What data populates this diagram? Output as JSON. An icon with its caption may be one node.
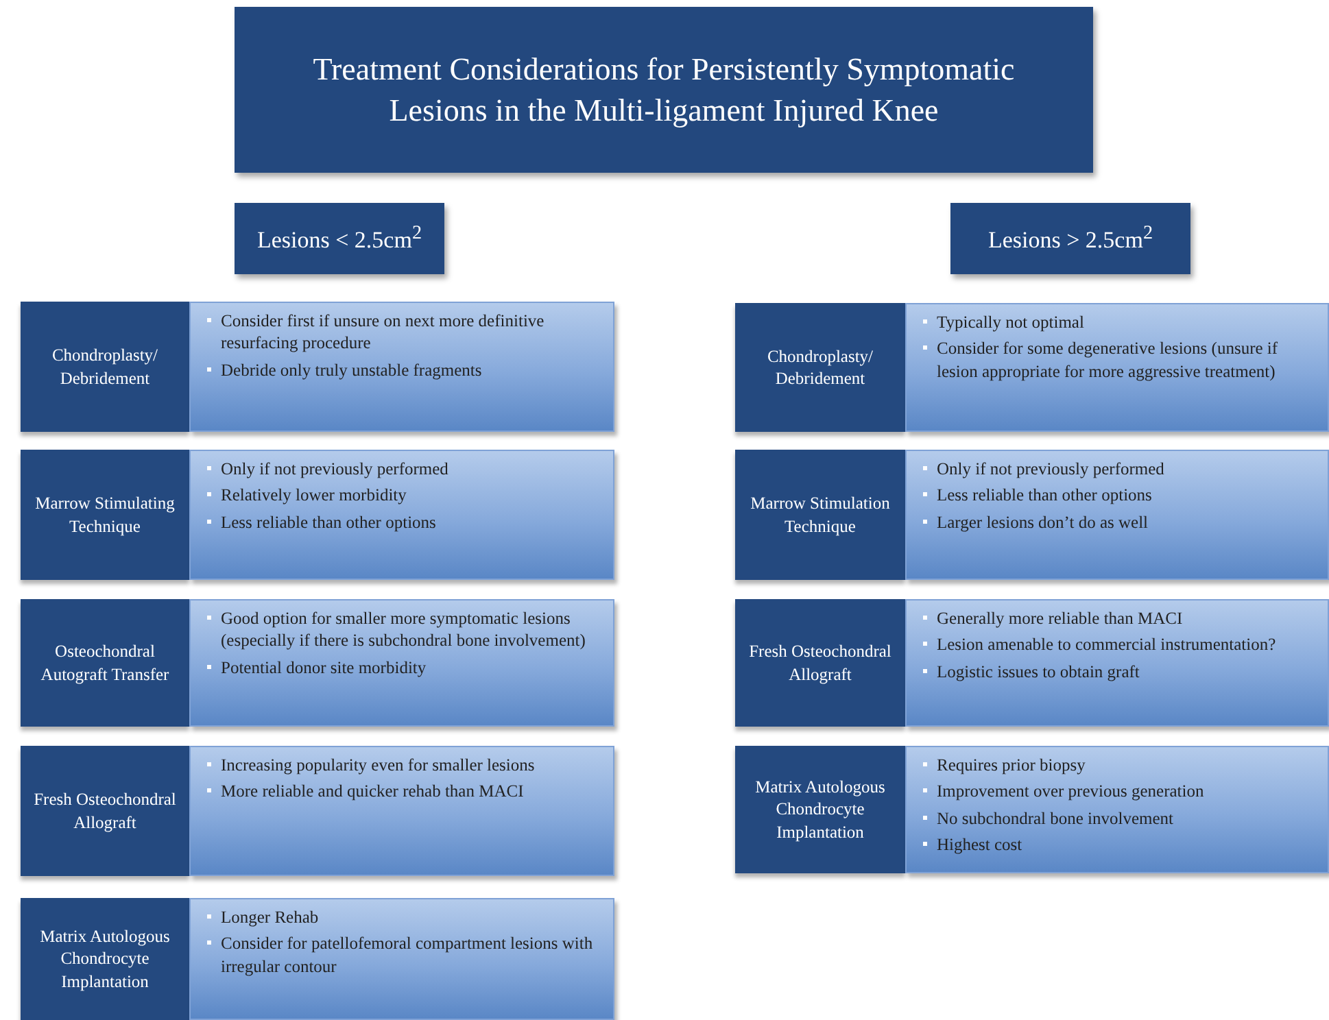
{
  "diagram": {
    "nodes": [
      {
        "text": [
          "Treatment Considerations for Persistently Symptomatic Lesions in the Multi-ligament Injured Knee"
        ]
      },
      {
        "text": [
          "Lesions < 2.5cm$^{2}$"
        ]
      },
      {
        "text": [
          "Lesions > 2.5cm$^{2}$"
        ]
      },
      {
        "text": [
          "Chondroplasty/ Debridement"
        ]
      },
      {
        "text": [
          "Consider first if unsure on next more definitive resurfacing procedure",
          "Debride only truly unstable fragments"
        ]
      },
      {
        "text": [
          "Marrow Stimulating Technique"
        ]
      },
      {
        "text": [
          "Only if not previously performed",
          "Relatively lower morbidity",
          "Less reliable than other options"
        ]
      },
      {
        "text": [
          "Osteochondral Autograft Transfer"
        ]
      },
      {
        "text": [
          "Good option for smaller more symptomatic lesions (especially if there is subchondral bone involvement)",
          "Potential donor site morbidity"
        ]
      },
      {
        "text": [
          "Fresh Osteochondral Allograft"
        ]
      },
      {
        "text": [
          "Increasing popularity even for smaller lesions",
          "More reliable and quicker rehab than MACI"
        ]
      },
      {
        "text": [
          "Matrix Autologous Chondrocyte Implantation"
        ]
      },
      {
        "text": [
          "Longer Rehab",
          "Consider for patellofemoral compartment lesions with irregular contour"
        ]
      },
      {
        "text": [
          "Chondroplasty/ Debridement"
        ]
      },
      {
        "text": [
          "Typically not optimal",
          "Consider for some degenerative lesions (unsure if lesion appropriate for more aggressive treatment)"
        ]
      },
      {
        "text": [
          "Marrow Stimulation Technique"
        ]
      },
      {
        "text": [
          "Only if not previously performed",
          "Less reliable than other options",
          "Larger lesions don’t do as well"
        ]
      },
      {
        "text": [
          "Fresh Osteochondral Allograft"
        ]
      },
      {
        "text": [
          "Generally more reliable than MACI",
          "Lesion amenable to commercial instrumentation?",
          "Logistic issues to obtain graft"
        ]
      },
      {
        "text": [
          "Matrix Autologous Chondrocyte Implantation"
        ]
      },
      {
        "text": [
          "Requires prior biopsy",
          "Improvement over previous generation",
          "No subchondral bone involvement",
          "Highest cost"
        ]
      }
    ]
  }
}
